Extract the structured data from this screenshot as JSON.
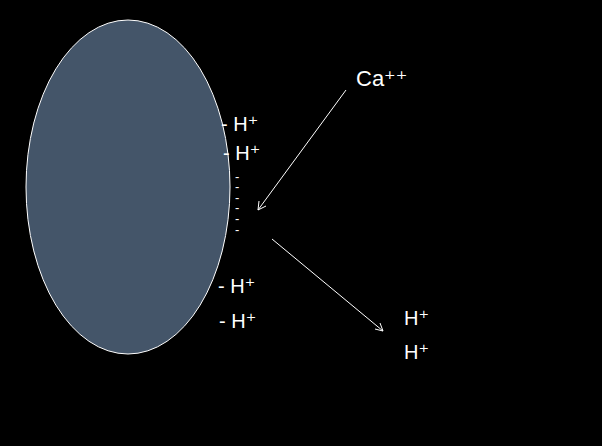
{
  "diagram": {
    "labels": [
      "- H⁺",
      "- H⁺",
      "-",
      "-",
      "-",
      "-",
      "-",
      "-",
      "- H⁺",
      "- H⁺",
      "Ca⁺⁺",
      "H⁺",
      "H⁺"
    ]
  }
}
